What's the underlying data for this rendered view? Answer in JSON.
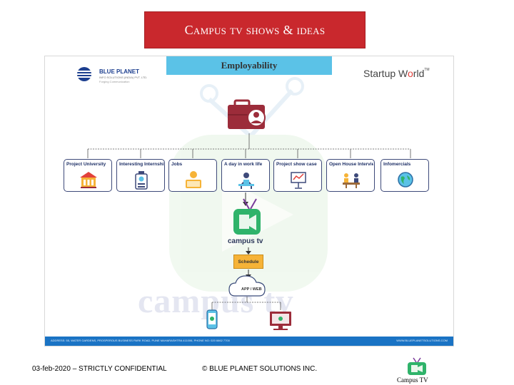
{
  "slide_title": "Campus tv shows & ideas",
  "banner": {
    "title": "Employability"
  },
  "logos": {
    "blue_planet": {
      "name": "BLUE PLANET",
      "subtitle": "INFO SOLUTIONS (INDIA) PVT. LTD.",
      "tagline": "Forging Communication"
    },
    "startup_world": {
      "prefix": "Startup W",
      "o": "o",
      "suffix": "rld",
      "tm": "TM"
    }
  },
  "categories": [
    {
      "label": "Project University",
      "icon": "university-icon"
    },
    {
      "label": "Interesting Internships",
      "icon": "id-badge-icon"
    },
    {
      "label": "Jobs",
      "icon": "jobs-icon"
    },
    {
      "label": "A day in work life",
      "icon": "desk-worker-icon"
    },
    {
      "label": "Project show case",
      "icon": "presentation-board-icon"
    },
    {
      "label": "Open House Interviews",
      "icon": "interview-table-icon"
    },
    {
      "label": "Infomercials",
      "icon": "globe-icon"
    }
  ],
  "flow": {
    "campus_tv_label": "campus tv",
    "schedule_label": "Schedule",
    "cloud_label": "APP / WEB",
    "devices": [
      "mobile-phone-icon",
      "desktop-computer-icon"
    ]
  },
  "watermark": "campus tv",
  "footer_strip": {
    "address": "ADDRESS: 55, WATER GARDENS, PROSPEROUS BUSINESS PARK ROAD, PUNE MAHARASHTRA 411006, PHONE NO: 020 6662 7700",
    "website": "WWW.BLUEPLANETSOLUTIONS.COM"
  },
  "footer": {
    "left": "03-feb-2020 – STRICTLY CONFIDENTIAL",
    "center": "© BLUE PLANET SOLUTIONS INC.",
    "logo_caption": "Campus TV"
  },
  "colors": {
    "title_red": "#c9282d",
    "banner_blue": "#5bc2e7",
    "navy": "#1d2f66",
    "tv_green": "#2fb36a",
    "schedule_orange": "#f6b337",
    "footer_blue": "#1a73c4"
  }
}
